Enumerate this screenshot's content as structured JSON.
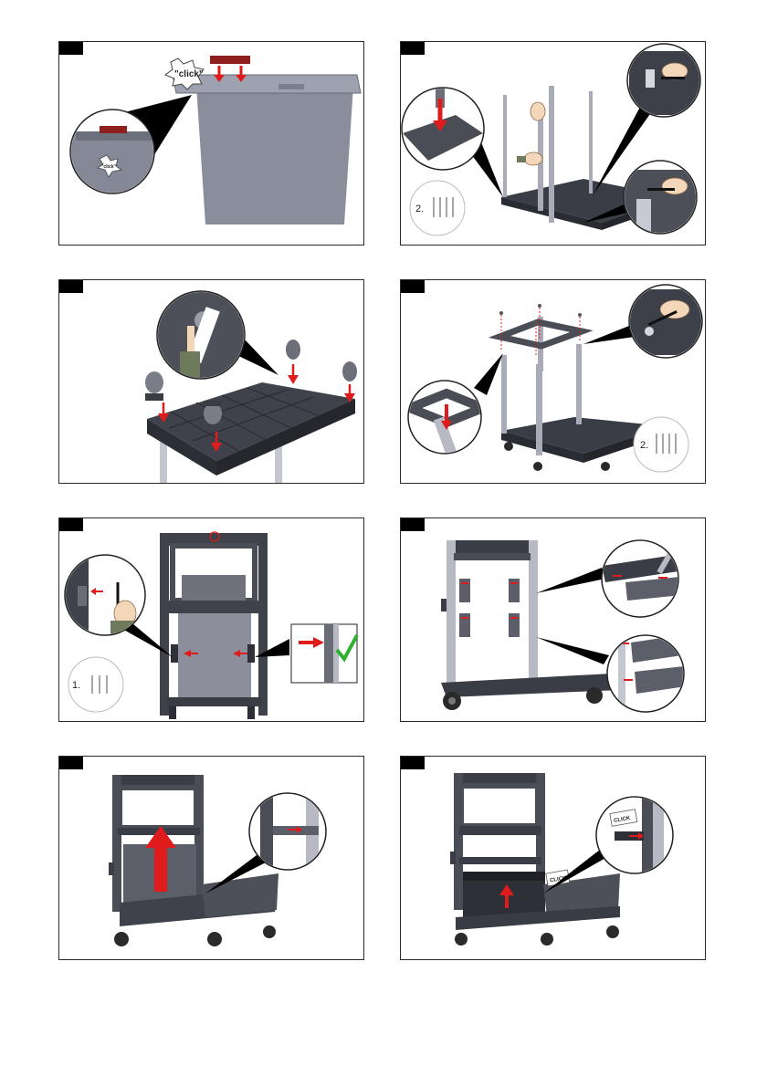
{
  "colors": {
    "plastic": "#5e6271",
    "plastic_dark": "#3a3d46",
    "bin_gray": "#8a8d9c",
    "metal": "#a9acb8",
    "arrow_red": "#e01b1b",
    "check_green": "#2fb12f",
    "tab": "#000000"
  },
  "steps": [
    {
      "labels": {
        "click_big": "\"click\"",
        "click_small": "\"click\""
      },
      "icons": [
        "bin",
        "magnifier-callout",
        "down-arrows"
      ]
    },
    {
      "hardware": {
        "count": "2."
      },
      "icons": [
        "pole",
        "hand",
        "magnifier-callout",
        "screw"
      ]
    },
    {
      "icons": [
        "wrench",
        "caster-wheel",
        "down-arrows",
        "magnifier-callout"
      ]
    },
    {
      "hardware": {
        "count": "2."
      },
      "icons": [
        "top-frame",
        "screw",
        "magnifier-callout"
      ]
    },
    {
      "hardware": {
        "count": "1."
      },
      "icons": [
        "hex-key",
        "screw",
        "check-mark",
        "magnifier-callout"
      ]
    },
    {
      "icons": [
        "bracket",
        "magnifier-callout",
        "arrow"
      ]
    },
    {
      "icons": [
        "up-arrow",
        "magnifier-callout"
      ]
    },
    {
      "labels": {
        "click_a": "CLICK",
        "click_b": "CLICK"
      },
      "icons": [
        "drawer",
        "up-arrow",
        "magnifier-callout"
      ]
    }
  ]
}
